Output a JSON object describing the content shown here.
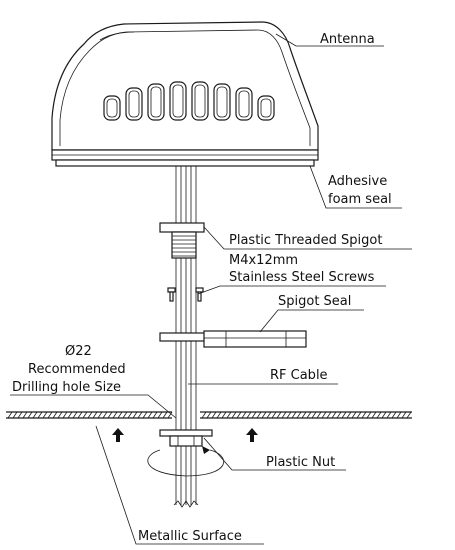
{
  "labels": {
    "antenna": "Antenna",
    "adhesive_1": "Adhesive",
    "adhesive_2": "foam seal",
    "spigot": "Plastic Threaded Spigot",
    "screws_1": "M4x12mm",
    "screws_2": "Stainless Steel Screws",
    "spigot_seal": "Spigot Seal",
    "hole_1": "Ø22",
    "hole_2": "Recommended",
    "hole_3": "Drilling hole Size",
    "rf_cable": "RF Cable",
    "plastic_nut": "Plastic Nut",
    "metallic_surface": "Metallic Surface"
  }
}
